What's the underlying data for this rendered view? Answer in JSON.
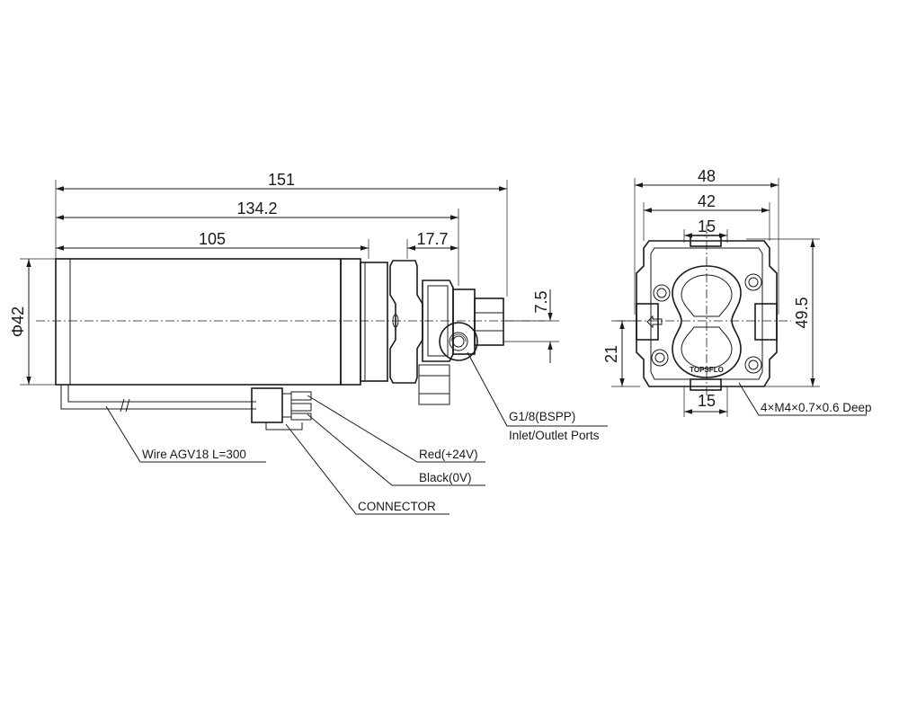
{
  "dimensions": {
    "side": {
      "d151": "151",
      "d134": "134.2",
      "d105": "105",
      "d17": "17.7",
      "d7": "7.5",
      "d42": "Φ42"
    },
    "front": {
      "d48": "48",
      "d42": "42",
      "d15_top": "15",
      "d15_bot": "15",
      "d49": "49.5",
      "d21": "21"
    }
  },
  "labels": {
    "wire": "Wire AGV18 L=300",
    "red": "Red(+24V)",
    "black": "Black(0V)",
    "connector": "CONNECTOR",
    "port_thread": "G1/8(BSPP)",
    "port_desc": "Inlet/Outlet Ports",
    "holes": "4×M4×0.7×0.6 Deep"
  },
  "brand": "TOPSFLO"
}
